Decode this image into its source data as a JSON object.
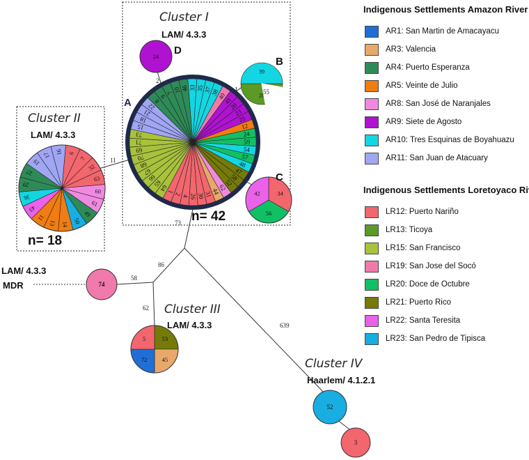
{
  "legend": {
    "amazon_title": "Indigenous Settlements Amazon River",
    "amazon": [
      {
        "key": "AR1",
        "label": "AR1: San Martin de Amacayacu",
        "color": "#1f6fd6"
      },
      {
        "key": "AR3",
        "label": "AR3: Valencia",
        "color": "#e8a86a"
      },
      {
        "key": "AR4",
        "label": "AR4: Puerto Esperanza",
        "color": "#2e8b57"
      },
      {
        "key": "AR5",
        "label": "AR5: Veinte de Julio",
        "color": "#f07c12"
      },
      {
        "key": "AR8",
        "label": "AR8: San José de Naranjales",
        "color": "#f08ae0"
      },
      {
        "key": "AR9",
        "label": "AR9: Siete de Agosto",
        "color": "#b012d2"
      },
      {
        "key": "AR10",
        "label": "AR10: Tres Esquinas de Boyahuazu",
        "color": "#14d6e2"
      },
      {
        "key": "AR11",
        "label": "AR11: San Juan de Atacuary",
        "color": "#a0a6f4"
      }
    ],
    "loretoyaco_title": "Indigenous Settlements Loretoyaco River",
    "loretoyaco": [
      {
        "key": "LR12",
        "label": "LR12: Puerto Nariño",
        "color": "#f2666e"
      },
      {
        "key": "LR13",
        "label": "LR13: Ticoya",
        "color": "#5c9a28"
      },
      {
        "key": "LR15",
        "label": "LR15: San Francisco",
        "color": "#a8c23c"
      },
      {
        "key": "LR19",
        "label": "LR19: San Jose del Socó",
        "color": "#f07aac"
      },
      {
        "key": "LR20",
        "label": "LR20: Doce de Octubre",
        "color": "#10c064"
      },
      {
        "key": "LR21",
        "label": "LR21: Puerto Rico",
        "color": "#767a08"
      },
      {
        "key": "LR22",
        "label": "LR22: Santa Teresita",
        "color": "#ea62ea"
      },
      {
        "key": "LR23",
        "label": "LR23: San Pedro de Tipisca",
        "color": "#18aee2"
      }
    ]
  },
  "clusters": {
    "c1": {
      "name": "Cluster I",
      "lineage": "LAM/ 4.3.3",
      "n": "n= 42"
    },
    "c2": {
      "name": "Cluster II",
      "lineage": "LAM/ 4.3.3",
      "n": "n= 18"
    },
    "c3": {
      "name": "Cluster III",
      "lineage": "LAM/ 4.3.3"
    },
    "c4": {
      "name": "Cluster IV",
      "lineage": "Haarlem/ 4.1.2.1"
    }
  },
  "mdr": {
    "lineage": "LAM/ 4.3.3",
    "label": "MDR"
  },
  "node_letters": {
    "A": "A",
    "B": "B",
    "C": "C",
    "D": "D"
  },
  "edges": {
    "e1": "1",
    "e2": "2",
    "e11": "11",
    "e1c": "1",
    "e55": "55",
    "e73": "73",
    "e86": "86",
    "e58": "58",
    "e62": "62",
    "e639": "639"
  },
  "nodes": {
    "A": [
      {
        "label": "18",
        "group": "AR11"
      },
      {
        "label": "21",
        "group": "AR11"
      },
      {
        "label": "22",
        "group": "AR11"
      },
      {
        "label": "8",
        "group": "AR4"
      },
      {
        "label": "9",
        "group": "AR4"
      },
      {
        "label": "7",
        "group": "AR4"
      },
      {
        "label": "10",
        "group": "AR4"
      },
      {
        "label": "46",
        "group": "AR4"
      },
      {
        "label": "33",
        "group": "AR10"
      },
      {
        "label": "35",
        "group": "AR10"
      },
      {
        "label": "37",
        "group": "AR10"
      },
      {
        "label": "38",
        "group": "AR10"
      },
      {
        "label": "40",
        "group": "LR19"
      },
      {
        "label": "41",
        "group": "AR9"
      },
      {
        "label": "20",
        "group": "AR9"
      },
      {
        "label": "23",
        "group": "AR9"
      },
      {
        "label": "25",
        "group": "AR9"
      },
      {
        "label": "12",
        "group": "AR5"
      },
      {
        "label": "24",
        "group": "LR20"
      },
      {
        "label": "59",
        "group": "LR20"
      },
      {
        "label": "54",
        "group": "AR10"
      },
      {
        "label": "57",
        "group": "LR20"
      },
      {
        "label": "48",
        "group": "AR10"
      },
      {
        "label": "47",
        "group": "LR21"
      },
      {
        "label": "58",
        "group": "LR21"
      },
      {
        "label": "52",
        "group": "LR21"
      },
      {
        "label": "62",
        "group": "AR8"
      },
      {
        "label": "44",
        "group": "AR3"
      },
      {
        "label": "31",
        "group": "LR12"
      },
      {
        "label": "30",
        "group": "LR12"
      },
      {
        "label": "26",
        "group": "LR12"
      },
      {
        "label": "4",
        "group": "LR12"
      },
      {
        "label": "2",
        "group": "LR12"
      },
      {
        "label": "1",
        "group": "LR12"
      },
      {
        "label": "64",
        "group": "LR15"
      },
      {
        "label": "65",
        "group": "LR15"
      },
      {
        "label": "66",
        "group": "LR15"
      },
      {
        "label": "67",
        "group": "LR15"
      },
      {
        "label": "68",
        "group": "LR15"
      },
      {
        "label": "70",
        "group": "LR15"
      },
      {
        "label": "69",
        "group": "LR15"
      },
      {
        "label": "71",
        "group": "LR15"
      },
      {
        "label": "73",
        "group": "LR15"
      },
      {
        "label": "15",
        "group": "AR11"
      }
    ],
    "cluster2": [
      {
        "label": "6",
        "group": "LR12"
      },
      {
        "label": "7",
        "group": "LR12"
      },
      {
        "label": "32",
        "group": "LR12"
      },
      {
        "label": "63",
        "group": "LR12"
      },
      {
        "label": "60",
        "group": "AR8"
      },
      {
        "label": "61",
        "group": "AR8"
      },
      {
        "label": "49",
        "group": "AR4"
      },
      {
        "label": "50",
        "group": "LR23"
      },
      {
        "label": "14",
        "group": "AR5"
      },
      {
        "label": "13",
        "group": "AR5"
      },
      {
        "label": "11",
        "group": "AR5"
      },
      {
        "label": "43",
        "group": "LR22"
      },
      {
        "label": "36",
        "group": "AR10"
      },
      {
        "label": "29",
        "group": "AR4"
      },
      {
        "label": "27",
        "group": "AR4"
      },
      {
        "label": "19",
        "group": "AR11"
      },
      {
        "label": "17",
        "group": "AR11"
      },
      {
        "label": "16",
        "group": "AR11"
      }
    ],
    "B": [
      {
        "label": "28",
        "group": "LR13"
      },
      {
        "label": "39",
        "group": "AR10"
      }
    ],
    "C": [
      {
        "label": "34",
        "group": "LR12"
      },
      {
        "label": "56",
        "group": "LR20"
      },
      {
        "label": "42",
        "group": "LR22"
      }
    ],
    "D": [
      {
        "label": "24",
        "group": "AR9"
      }
    ],
    "c3": [
      {
        "label": "53",
        "group": "LR21"
      },
      {
        "label": "45",
        "group": "AR3"
      },
      {
        "label": "72",
        "group": "AR1"
      },
      {
        "label": "5",
        "group": "LR12"
      }
    ],
    "mdr": [
      {
        "label": "74",
        "group": "LR19"
      }
    ],
    "c4a": [
      {
        "label": "52",
        "group": "LR23"
      }
    ],
    "c4b": [
      {
        "label": "3",
        "group": "LR12"
      }
    ]
  }
}
